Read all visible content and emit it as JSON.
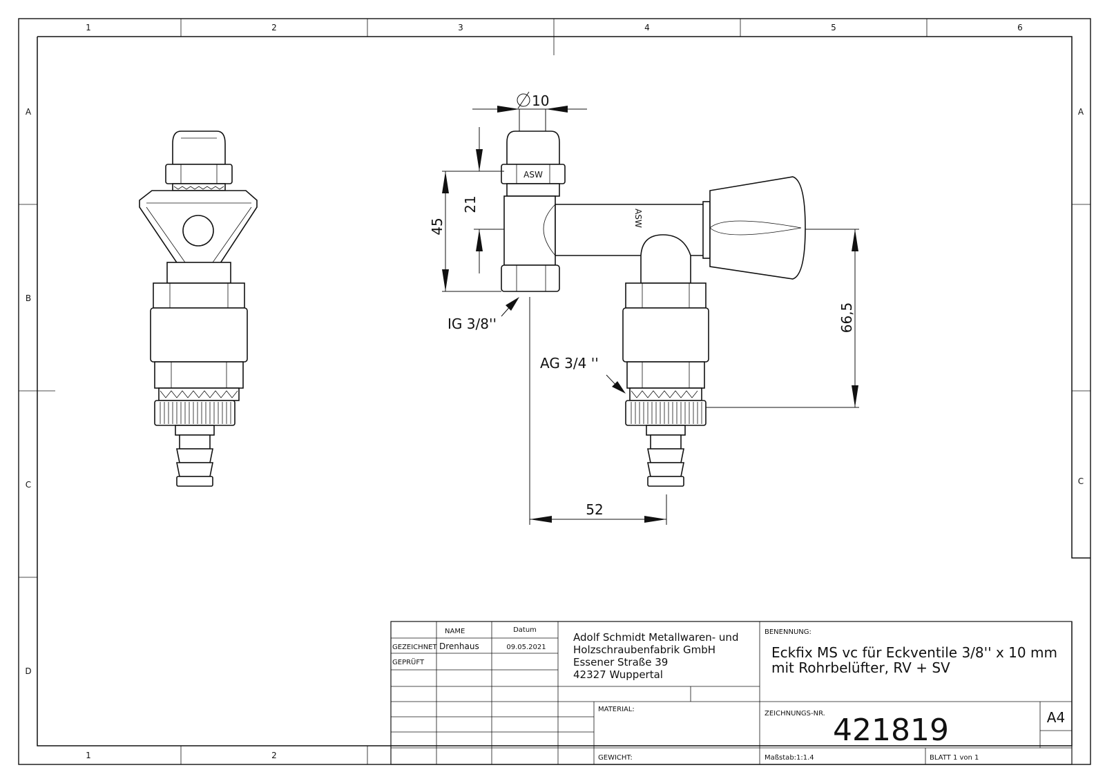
{
  "grid": {
    "columns": [
      "1",
      "2",
      "3",
      "4",
      "5",
      "6"
    ],
    "rows": [
      "A",
      "B",
      "C",
      "D"
    ]
  },
  "dimensions": {
    "diameter": "10",
    "d21": "21",
    "d45": "45",
    "d52": "52",
    "d66": "66,5",
    "ig": "IG 3/8''",
    "ag": "AG 3/4 ''"
  },
  "part_marks": {
    "asw_nut": "ASW",
    "asw_body": "ASW"
  },
  "title_block": {
    "col_name": "NAME",
    "col_datum": "Datum",
    "row_gezeichnet": "GEZEICHNET",
    "gezeichnet_name": "Drenhaus",
    "gezeichnet_datum": "09.05.2021",
    "row_geprueft": "GEPRÜFT",
    "company_line1": "Adolf Schmidt Metallwaren- und",
    "company_line2": "Holzschraubenfabrik GmbH",
    "company_line3": "Essener Straße 39",
    "company_line4": "42327 Wuppertal",
    "benennung_label": "BENENNUNG:",
    "benennung_line1": "Eckfix MS vc für Eckventile 3/8'' x 10 mm",
    "benennung_line2": "mit Rohrbelüfter, RV + SV",
    "material_label": "MATERIAL:",
    "zeichnungs_label": "ZEICHNUNGS-NR.",
    "zeichnungs_nr": "421819",
    "format": "A4",
    "gewicht_label": "GEWICHT:",
    "massstab": "Maßstab:1:1.4",
    "blatt": "BLATT 1 von 1"
  }
}
